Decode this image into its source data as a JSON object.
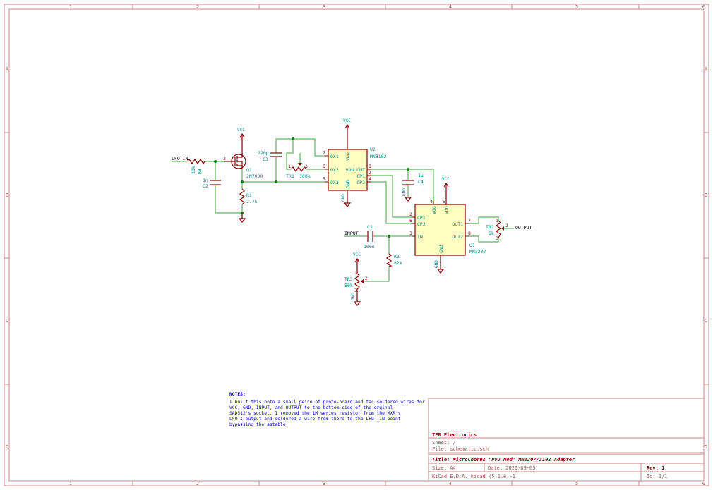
{
  "frame": {
    "columns": [
      "1",
      "2",
      "3",
      "4",
      "5",
      "6"
    ],
    "rows": [
      "A",
      "B",
      "C",
      "D"
    ]
  },
  "title_block": {
    "company": "TFR Electronics",
    "sheet": "Sheet: /",
    "file": "File: schematic.sch",
    "title": "Title: MicroChorus \"PVJ Mod\" MN3207/3102 Adapter",
    "size": "Size: A4",
    "date": "Date: 2020-09-03",
    "rev": "Rev: 1",
    "tool": "KiCad E.D.A.  kicad (5.1.6)-1",
    "id": "Id: 1/1"
  },
  "notes": {
    "heading": "NOTES:",
    "lines": [
      "I built this onto a small peice of proto-board and tac soldered wires for",
      "VCC, GND, INPUT, and OUTPUT to the bottom side of the orginal",
      "SAD512's socket.  I removed the 1M series resistor from the MXR's",
      "LFO's output and soldered a wire from there to the LFO _IN point",
      "bypassing the astable."
    ]
  },
  "nets": {
    "lfo_in": "LFO_IN",
    "input": "INPUT",
    "output": "OUTPUT"
  },
  "power": {
    "vcc": "VCC",
    "gnd": "GND"
  },
  "components": {
    "r3": {
      "ref": "R3",
      "value": "10k"
    },
    "c2": {
      "ref": "C2",
      "value": "1n"
    },
    "q1": {
      "ref": "Q1",
      "value": "2N7000"
    },
    "r1": {
      "ref": "R1",
      "value": "2.7k"
    },
    "c3": {
      "ref": "C3",
      "value": "220p"
    },
    "tr1": {
      "ref": "TR1",
      "value": "100k"
    },
    "u2": {
      "ref": "U2",
      "value": "MN3102",
      "pins": {
        "ox1": "OX1",
        "ox2": "OX2",
        "ox3": "OX3",
        "vdd": "VDD",
        "gnd": "GND",
        "vgg_out": "VGG_OUT",
        "cp1": "CP1",
        "cp2": "CP2"
      }
    },
    "c4": {
      "ref": "C4",
      "value": "1u"
    },
    "u1": {
      "ref": "U1",
      "value": "MN3207",
      "pins": {
        "vgg": "VGG",
        "vdd": "VDD",
        "cp1": "CP1",
        "cp2": "CP2",
        "in": "IN",
        "out1": "OUT1",
        "out2": "OUT2",
        "gnd": "GND"
      }
    },
    "c1": {
      "ref": "C1",
      "value": "100n"
    },
    "r2": {
      "ref": "R2",
      "value": "82k"
    },
    "tr2": {
      "ref": "TR2",
      "value": "5k"
    },
    "tr3": {
      "ref": "TR3",
      "value": "50k"
    }
  },
  "pin_numbers": {
    "p1": "1",
    "p2": "2",
    "p3": "3",
    "p4": "4",
    "p5": "5",
    "p6": "6",
    "p7": "7",
    "p8": "8"
  }
}
